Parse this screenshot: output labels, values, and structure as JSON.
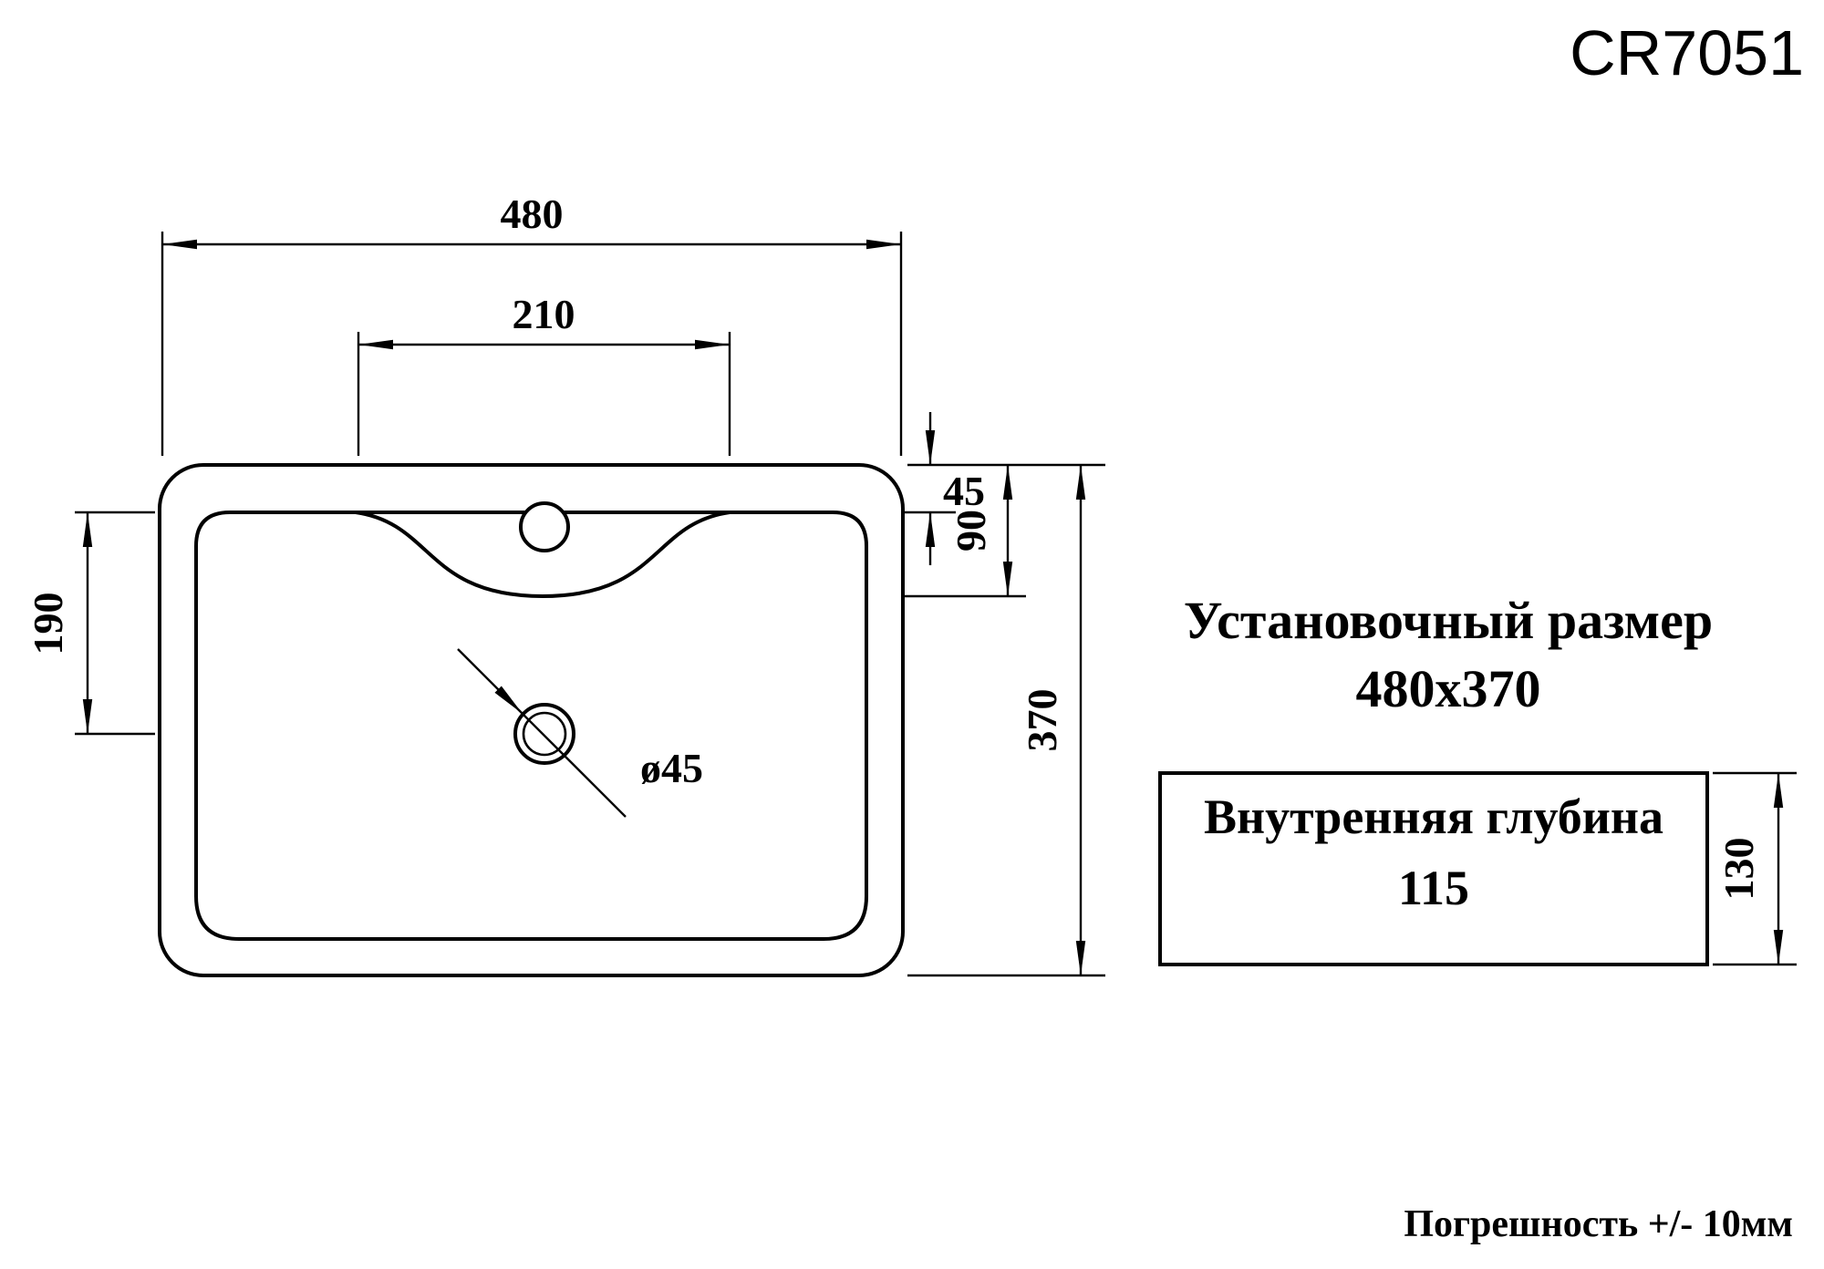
{
  "model": "CR7051",
  "dimensions": {
    "overall_width": "480",
    "deck_span": "210",
    "rim_to_inner_edge": "45",
    "rim_to_bowl": "90",
    "overall_depth": "370",
    "drain_offset": "190",
    "drain_diameter": "ø45",
    "side_height": "130"
  },
  "labels": {
    "install_size_title": "Установочный размер",
    "install_size_value": "480x370",
    "inner_depth_title": "Внутренняя глубина",
    "inner_depth_value": "115",
    "tolerance_note": "Погрешность +/- 10мм"
  },
  "colors": {
    "line": "#000000",
    "background": "#ffffff"
  }
}
